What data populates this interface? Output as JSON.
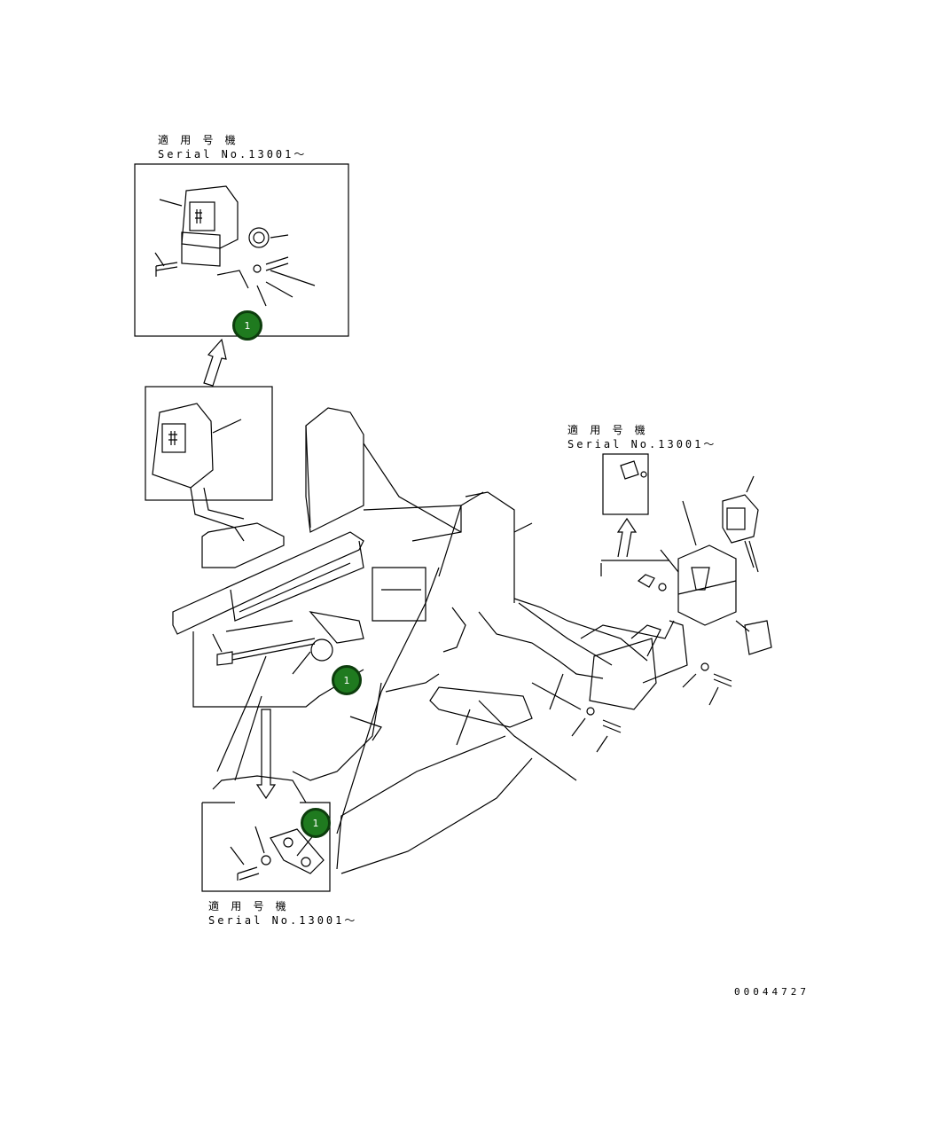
{
  "serial_labels": [
    {
      "line1": "適 用 号 機",
      "line2": "Serial No.13001～"
    },
    {
      "line1": "適 用 号 機",
      "line2": "Serial No.13001～"
    },
    {
      "line1": "適 用 号 機",
      "line2": "Serial No.13001～"
    }
  ],
  "callouts": [
    "1",
    "1",
    "1"
  ],
  "drawing_number": "00044727",
  "colors": {
    "callout_fill": "#1f7a1f",
    "callout_border": "#0d3d0d",
    "line": "#000000"
  }
}
